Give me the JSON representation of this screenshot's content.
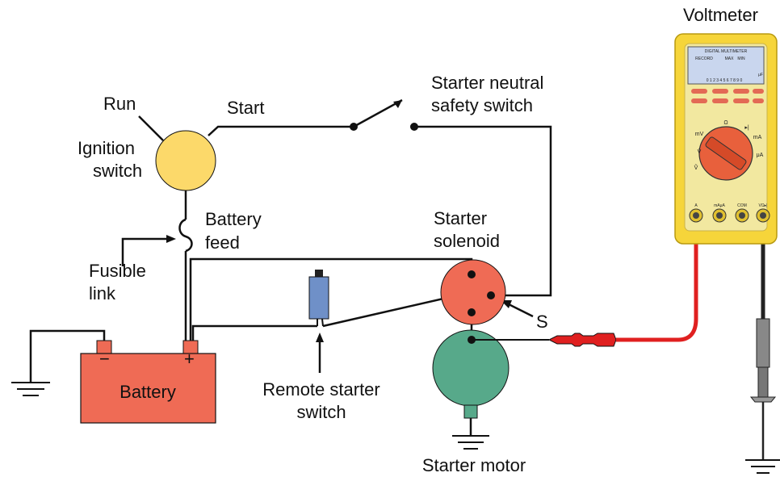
{
  "labels": {
    "voltmeter": "Voltmeter",
    "run": "Run",
    "ignition_line1": "Ignition",
    "ignition_line2": "switch",
    "start": "Start",
    "neutral_line1": "Starter neutral",
    "neutral_line2": "safety switch",
    "battery_feed_line1": "Battery",
    "battery_feed_line2": "feed",
    "fusible_line1": "Fusible",
    "fusible_line2": "link",
    "solenoid_line1": "Starter",
    "solenoid_line2": "solenoid",
    "s_terminal": "S",
    "battery": "Battery",
    "minus": "−",
    "plus": "+",
    "remote_line1": "Remote starter",
    "remote_line2": "switch",
    "starter_motor": "Starter motor"
  },
  "meter": {
    "title": "DIGITAL MULTIMETER",
    "display_sub_left": "RECORD",
    "display_sub_mid": "MAX",
    "display_sub_right": "MIN",
    "scale": "0 1 2 3 4 5 6 7 8 9 0",
    "scale_unit": "μF",
    "dial_v_ac": "Ṽ",
    "dial_v_dc": "V̄",
    "dial_mv": "mV",
    "dial_ohm": "Ω",
    "dial_diode": "▸|",
    "dial_ma": "mA",
    "dial_ua": "μA",
    "jack_a": "A",
    "jack_ma": "mAμA",
    "jack_com": "COM",
    "jack_v": "VΩ▸|"
  },
  "colors": {
    "ignition_switch": "#fcd96a",
    "battery": "#ef6b55",
    "solenoid": "#ef6b55",
    "motor": "#57a98a",
    "remote_switch": "#6f90c8",
    "meter_body": "#f6d53a",
    "meter_panel": "#f2e8a0",
    "meter_display": "#c9d6ee",
    "meter_dial": "#e8603c",
    "test_lead_red": "#e02020",
    "test_lead_black": "#222222"
  }
}
